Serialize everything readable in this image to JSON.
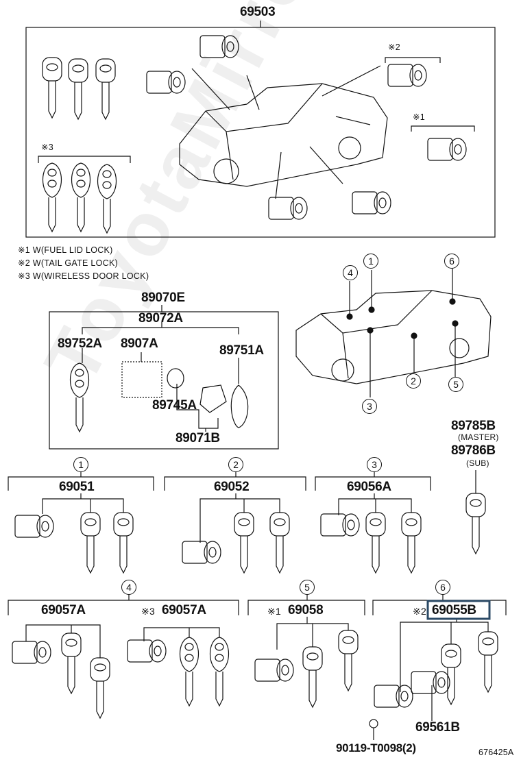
{
  "diagram": {
    "top_assembly": "69503",
    "notes": [
      "※1 W(FUEL LID LOCK)",
      "※2 W(TAIL GATE LOCK)",
      "※3 W(WIRELESS DOOR LOCK)"
    ],
    "note_markers": {
      "m1": "※1",
      "m2": "※2",
      "m3": "※3"
    },
    "transmitter": {
      "assembly": "89070E",
      "sub_assembly": "89072A",
      "parts": [
        "89752A",
        "8907A",
        "89751A",
        "89745A",
        "89071B"
      ]
    },
    "master_key": {
      "part": "89785B",
      "label": "(MASTER)"
    },
    "sub_key": {
      "part": "89786B",
      "label": "(SUB)"
    },
    "location_numbers": [
      "1",
      "2",
      "3",
      "4",
      "5",
      "6"
    ],
    "groups": [
      {
        "num": "1",
        "part": "69051"
      },
      {
        "num": "2",
        "part": "69052"
      },
      {
        "num": "3",
        "part": "69056A"
      },
      {
        "num": "4",
        "part": "69057A"
      },
      {
        "num": "4",
        "part": "69057A",
        "note": "※3"
      },
      {
        "num": "5",
        "part": "69058",
        "note": "※1"
      },
      {
        "num": "6",
        "part": "69055B",
        "note": "※2",
        "highlighted": true
      }
    ],
    "extra_parts": [
      "69561B",
      "90119-T0098(2)"
    ],
    "figure_code": "676425A",
    "highlight_color": "#2b4a66"
  }
}
